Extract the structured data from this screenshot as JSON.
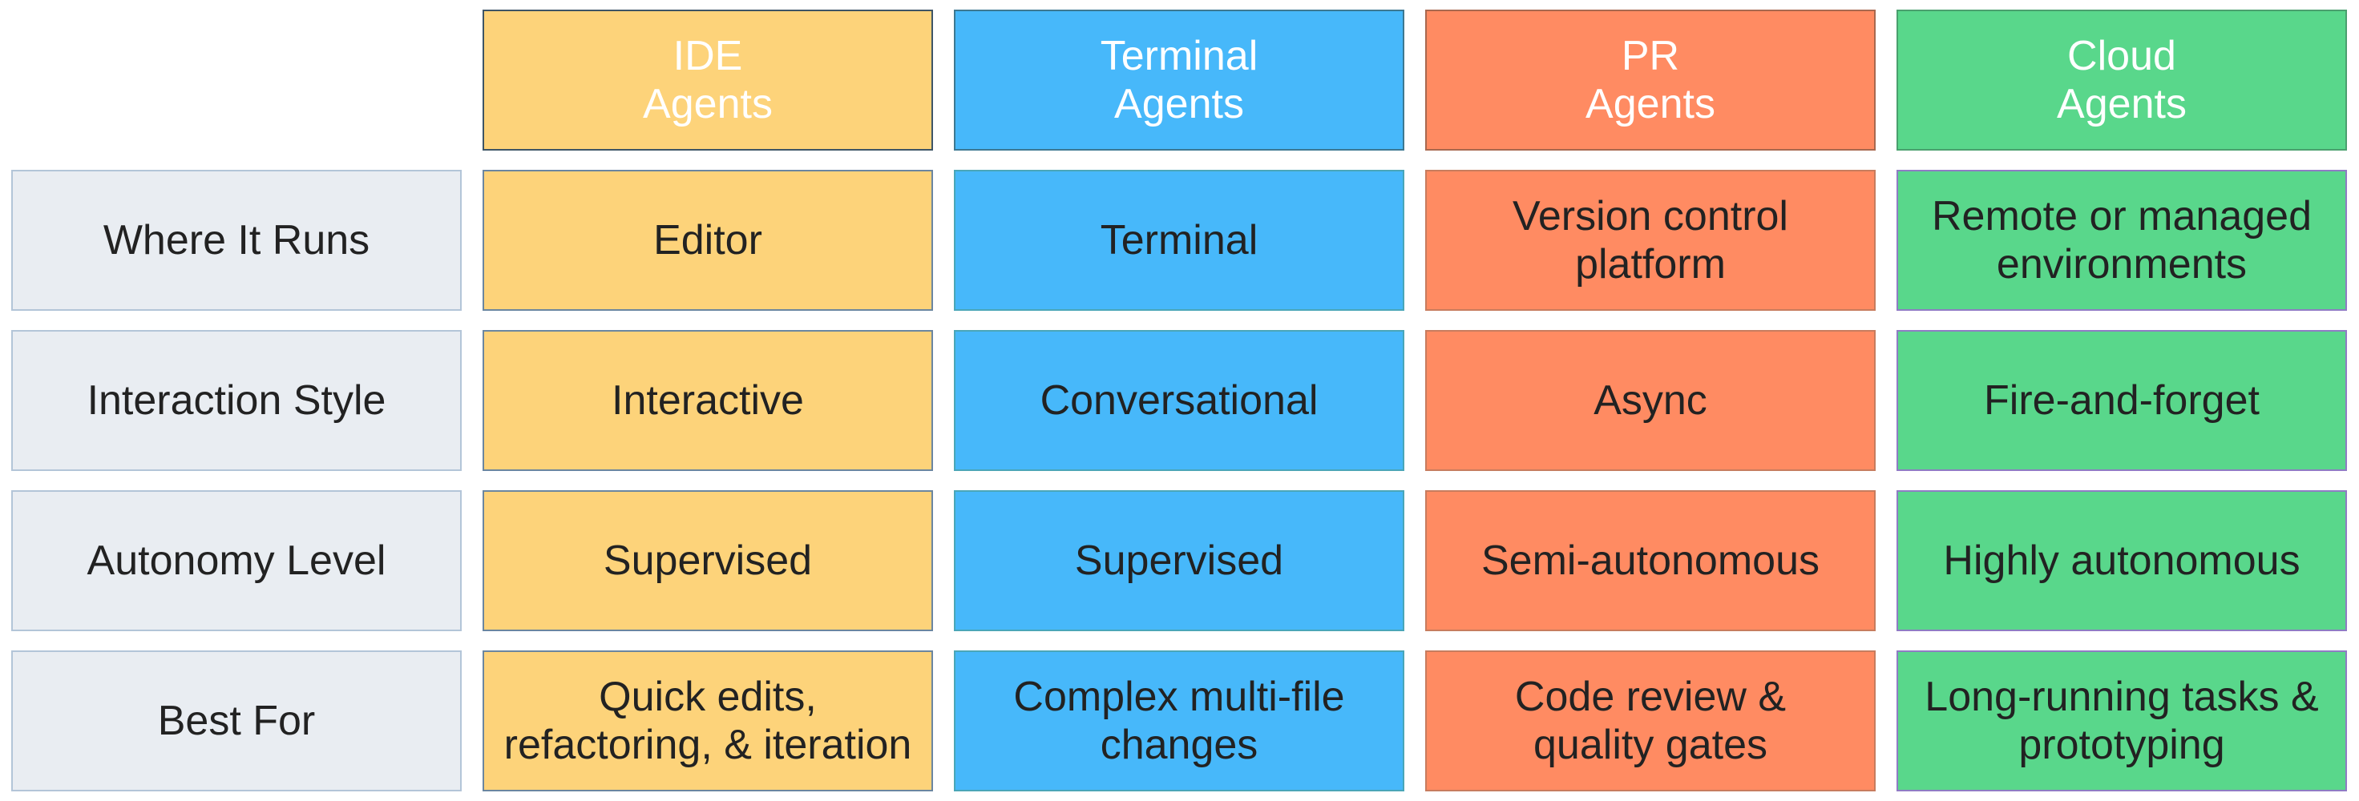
{
  "colors": {
    "ide": "#fdd37a",
    "terminal": "#47b8fa",
    "pr": "#ff8b62",
    "cloud": "#59d78b",
    "row_label_bg": "#e9edf2"
  },
  "columns": [
    "IDE\nAgents",
    "Terminal\nAgents",
    "PR\nAgents",
    "Cloud\nAgents"
  ],
  "rows": [
    {
      "label": "Where It Runs",
      "values": [
        "Editor",
        "Terminal",
        "Version control\nplatform",
        "Remote or managed\nenvironments"
      ]
    },
    {
      "label": "Interaction Style",
      "values": [
        "Interactive",
        "Conversational",
        "Async",
        "Fire-and-forget"
      ]
    },
    {
      "label": "Autonomy Level",
      "values": [
        "Supervised",
        "Supervised",
        "Semi-autonomous",
        "Highly autonomous"
      ]
    },
    {
      "label": "Best For",
      "values": [
        "Quick edits,\nrefactoring, & iteration",
        "Complex multi-file\nchanges",
        "Code review &\nquality gates",
        "Long-running tasks &\nprototyping"
      ]
    }
  ]
}
